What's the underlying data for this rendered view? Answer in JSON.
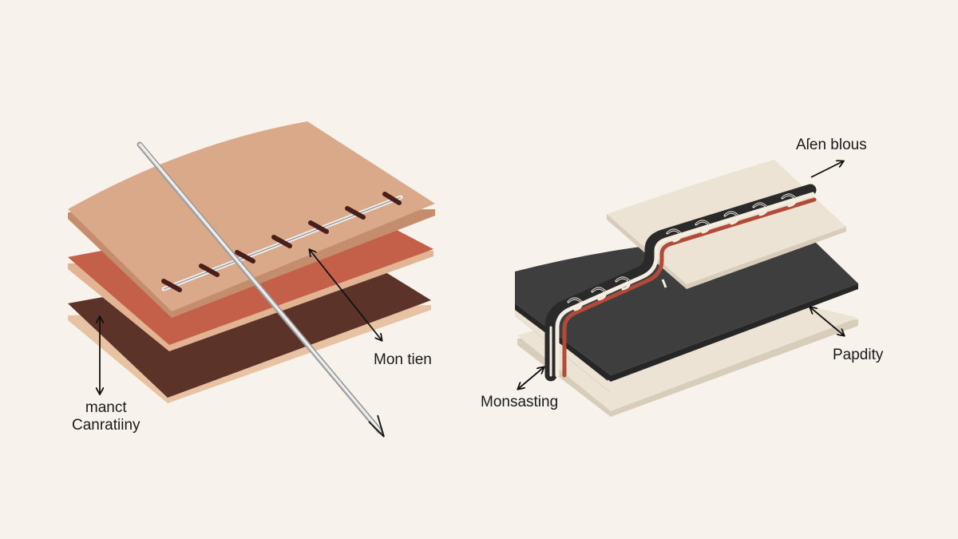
{
  "palette": {
    "background": "#f7f3ec",
    "tan_layer": "#d9a98a",
    "red_layer": "#c4604a",
    "brown_layer": "#5c3328",
    "cream_layer": "#ece3d4",
    "charcoal_layer": "#3e3e3e",
    "thread_red": "#b24a3a",
    "stitch_dark": "#4a1f1b",
    "needle": "#c9c9c9"
  },
  "left_diagram": {
    "labels": {
      "thickness_line1": "manct",
      "thickness_line2": "Canratiiny",
      "needle": "Mon tien"
    }
  },
  "right_diagram": {
    "labels": {
      "top": "Aſen blous",
      "middle": "Papdity",
      "bottom": "Monsasting"
    }
  }
}
